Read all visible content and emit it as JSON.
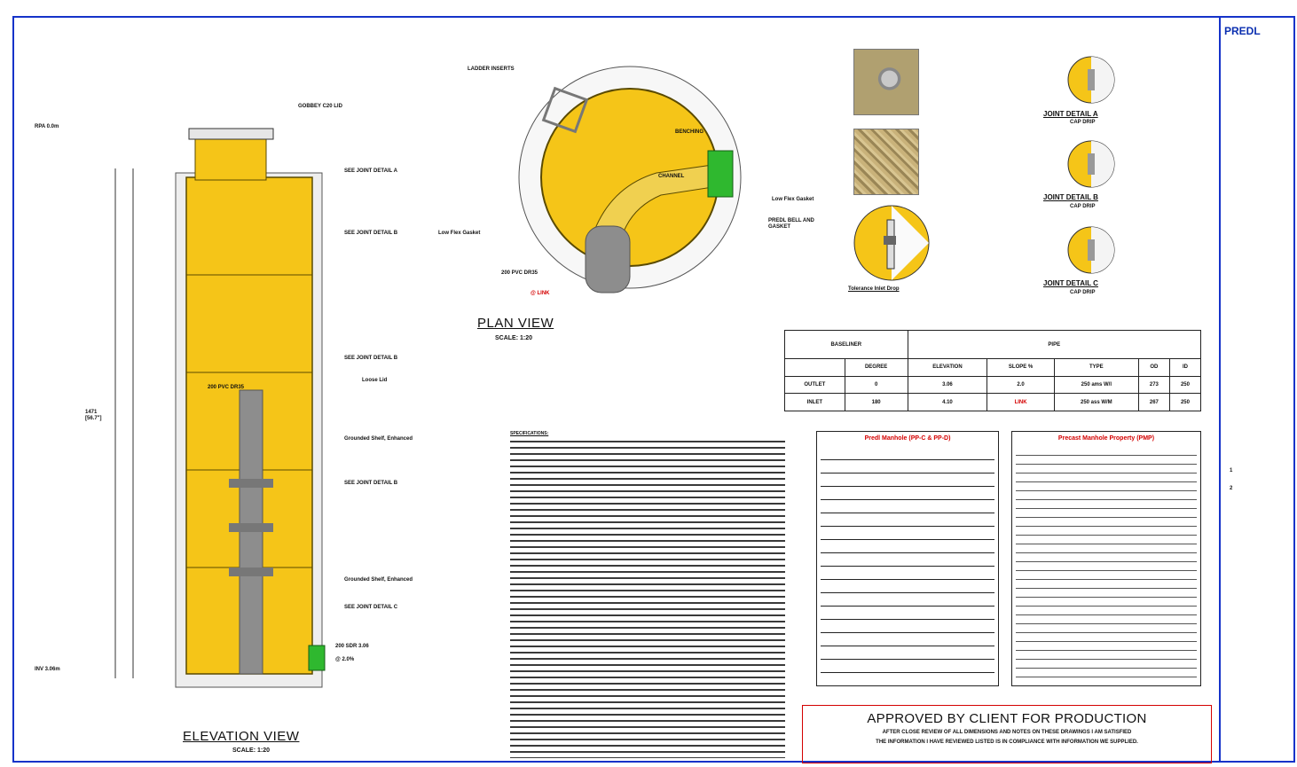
{
  "elevation": {
    "title": "ELEVATION VIEW",
    "scale": "SCALE: 1:20",
    "rl_top": "RPA 0.0m",
    "rl_bottom": "INV 3.06m",
    "dim_total": "1471\n[56.7\"]",
    "labels": [
      "GOBBEY C20 LID",
      "SEE JOINT DETAIL A",
      "SEE JOINT DETAIL B",
      "SEE JOINT DETAIL B",
      "SEE JOINT DETAIL B",
      "SEE JOINT DETAIL C",
      "200 PVC DR35",
      "200 SDR 3.06",
      "@ 2.0%",
      "Loose Lid",
      "Grounded Shelf, Enhanced",
      "Grounded Shelf, Enhanced",
      "Low Flex Gasket"
    ]
  },
  "plan": {
    "title": "PLAN VIEW",
    "scale": "SCALE: 1:20",
    "labels": [
      "LADDER INSERTS",
      "CHANNEL",
      "BENCHING",
      "PREDL BELL AND GASKET",
      "200 PVC DR35",
      "@ LINK",
      "Low Flex Gasket"
    ]
  },
  "details": {
    "a_title": "JOINT DETAIL A",
    "b_title": "JOINT DETAIL B",
    "c_title": "JOINT DETAIL C",
    "sub": "CAP DRIP",
    "tolerance": "Tolerance Inlet Drop"
  },
  "schedule": {
    "headers": [
      "BASELINER",
      "PIPE"
    ],
    "columns": [
      "",
      "DEGREE",
      "ELEVATION",
      "SLOPE %",
      "TYPE",
      "OD",
      "ID"
    ],
    "rows": [
      [
        "OUTLET",
        "0",
        "3.06",
        "2.0",
        "250 ams W/l",
        "273",
        "250"
      ],
      [
        "INLET",
        "180",
        "4.10",
        "LINK",
        "250 ass W/M",
        "267",
        "250"
      ]
    ]
  },
  "panels": {
    "left_title": "Predl Manhole (PP-C & PP-D)",
    "right_title": "Precast Manhole Property (PMP)"
  },
  "notes_title": "SPECIFICATIONS:",
  "approval": {
    "title": "APPROVED BY CLIENT FOR PRODUCTION",
    "sub1": "AFTER CLOSE REVIEW OF ALL DIMENSIONS AND NOTES ON THESE DRAWINGS I AM SATISFIED",
    "sub2": "THE INFORMATION I HAVE REVIEWED LISTED IS IN COMPLIANCE WITH INFORMATION WE SUPPLIED."
  },
  "titleblock": {
    "logo": "PREDL",
    "revisions": [
      "1",
      "2"
    ]
  },
  "colors": {
    "border": "#1533c9",
    "manhole": "#f5c518",
    "accent": "#d40000"
  }
}
